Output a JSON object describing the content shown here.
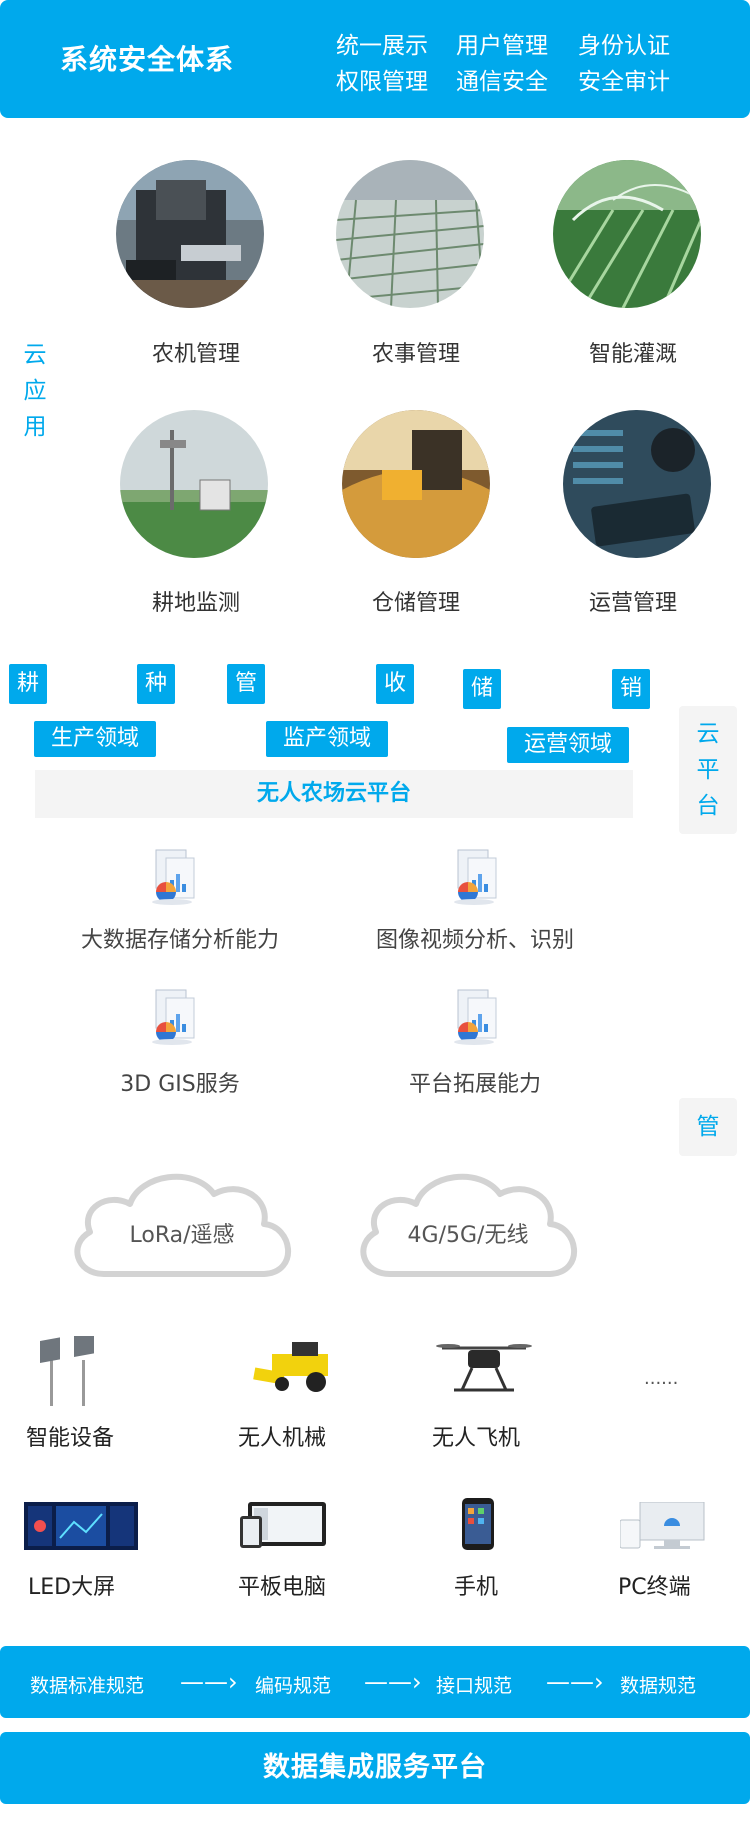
{
  "header": {
    "title": "系统安全体系",
    "items": [
      "统一展示",
      "用户管理",
      "身份认证",
      "权限管理",
      "通信安全",
      "安全审计"
    ]
  },
  "cloud_app": {
    "side_label": [
      "云",
      "应",
      "用"
    ],
    "apps": [
      {
        "label": "农机管理",
        "image": "tractor-photo"
      },
      {
        "label": "农事管理",
        "image": "field-rows-photo"
      },
      {
        "label": "智能灌溉",
        "image": "sprinkler-photo"
      },
      {
        "label": "耕地监测",
        "image": "monitoring-station-photo"
      },
      {
        "label": "仓储管理",
        "image": "grain-storage-photo"
      },
      {
        "label": "运营管理",
        "image": "server-tablet-photo"
      }
    ]
  },
  "process_tags": [
    "耕",
    "种",
    "管",
    "收",
    "储",
    "销"
  ],
  "domain_tags": [
    "生产领域",
    "监产领域",
    "运营领域"
  ],
  "platform": {
    "title": "无人农场云平台",
    "side_label": [
      "云",
      "平",
      "台"
    ],
    "capabilities": [
      "大数据存储分析能力",
      "图像视频分析、识别",
      "3D GIS服务",
      "平台拓展能力"
    ]
  },
  "manage": {
    "side_label": "管",
    "clouds": [
      "LoRa/遥感",
      "4G/5G/无线"
    ]
  },
  "devices": {
    "row1": [
      "智能设备",
      "无人机械",
      "无人飞机"
    ],
    "more": "......",
    "row2": [
      "LED大屏",
      "平板电脑",
      "手机",
      "PC终端"
    ]
  },
  "standards": {
    "items": [
      "数据标准规范",
      "编码规范",
      "接口规范",
      "数据规范"
    ],
    "arrow": "——›"
  },
  "footer": {
    "title": "数据集成服务平台"
  },
  "colors": {
    "accent": "#00a9ec",
    "panel": "#f4f4f4"
  }
}
